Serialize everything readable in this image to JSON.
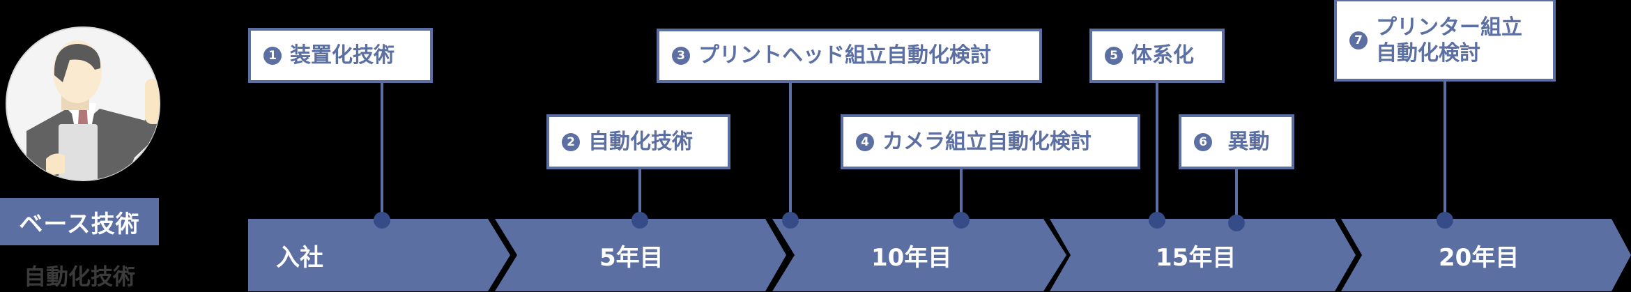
{
  "profile": {
    "avatar_icon": "businessman-presenting-icon",
    "role_badge": "ベース技術",
    "role_sub": "自動化技術"
  },
  "colors": {
    "bar": "#5B6FA3",
    "dot": "#354C88",
    "box_border": "#5B6FA3",
    "box_bg": "#FFFFFF",
    "background": "#000000",
    "sub_text": "#3B3B3B"
  },
  "timeline": {
    "segments": [
      {
        "label": "入社"
      },
      {
        "label": "5年目"
      },
      {
        "label": "10年目"
      },
      {
        "label": "15年目"
      },
      {
        "label": "20年目"
      }
    ],
    "events": [
      {
        "num": "1",
        "text": "装置化技術"
      },
      {
        "num": "2",
        "text": "自動化技術"
      },
      {
        "num": "3",
        "text": "プリントヘッド組立自動化検討"
      },
      {
        "num": "4",
        "text": "カメラ組立自動化検討"
      },
      {
        "num": "5",
        "text": "体系化"
      },
      {
        "num": "6",
        "text": " 異動"
      },
      {
        "num": "7",
        "text": "プリンター組立\n自動化検討"
      }
    ]
  }
}
